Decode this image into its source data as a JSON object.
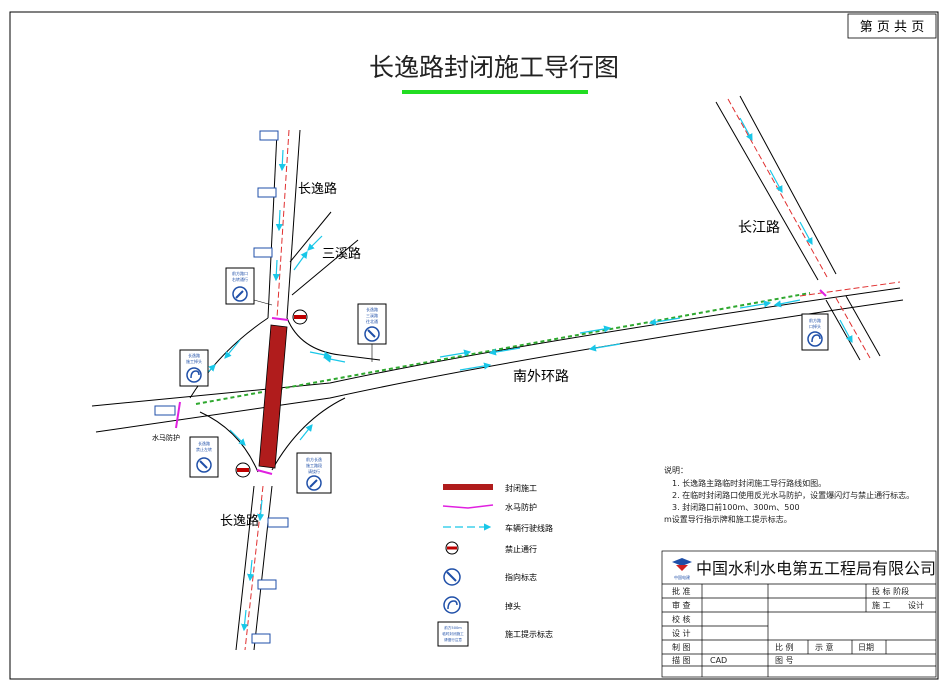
{
  "page_counter": "第 页 共 页",
  "title": "长逸路封闭施工导行图",
  "roads": {
    "changyi_north": "长逸路",
    "changyi_south": "长逸路",
    "sanxi": "三溪路",
    "changjiang": "长江路",
    "nanwaihuan": "南外环路"
  },
  "sign_texts": {
    "pointer_left": [
      "前方路口",
      "右转通行"
    ],
    "pointer_mid": [
      "长逸路",
      "三溪路",
      "往北通"
    ],
    "pointer_right": [
      "前方长逸",
      "施工路段",
      "请绕行"
    ],
    "uturn_left": [
      "长逸路",
      "施工掉头"
    ],
    "uturn_left_low": [
      "长逸路",
      "禁止左转"
    ],
    "uturn_right": [
      "前方路",
      "口掉头"
    ],
    "notice": [
      "前方500m",
      "临时封闭施工",
      "请慢行注意"
    ]
  },
  "legend": [
    {
      "label": "封闭施工",
      "color": "#b01c1c"
    },
    {
      "label": "水马防护",
      "color": "#e020e0"
    },
    {
      "label": "车辆行驶线路",
      "color": "#19c7e8"
    },
    {
      "label": "禁止通行",
      "color": "#c00000"
    },
    {
      "label": "指向标志",
      "color": "#1f4fa8"
    },
    {
      "label": "掉头",
      "color": "#1f4fa8"
    },
    {
      "label": "施工提示标志",
      "color": "#1f4fa8"
    }
  ],
  "notes": {
    "heading": "说明：",
    "lines": [
      "1. 长逸路主路临时封闭施工导行路线如图。",
      "2. 在临时封闭路口使用反光水马防护，设置爆闪灯与禁止通行标志。",
      "3. 封闭路口前100m、300m、500",
      "m设置导行指示牌和施工提示标志。"
    ]
  },
  "title_block": {
    "company": "中国水利水电第五工程局有限公司",
    "logo_text": "中国电建",
    "rows": [
      "批 准",
      "审 查",
      "校 核",
      "设 计",
      "制 图",
      "描 图"
    ],
    "stage_label": "投 标 阶段",
    "stage_values": [
      "施 工",
      "设计"
    ],
    "scale_label": "比 例",
    "scale_value": "示 意",
    "date_label": "日期",
    "drawing_no_label": "图 号",
    "cad": "CAD"
  },
  "colors": {
    "closure": "#b01c1c",
    "barrier": "#e020e0",
    "route": "#19c7e8",
    "green_strip": "#2fa82f",
    "title_underline": "#22dd22",
    "sign_blue": "#1f4fa8"
  }
}
